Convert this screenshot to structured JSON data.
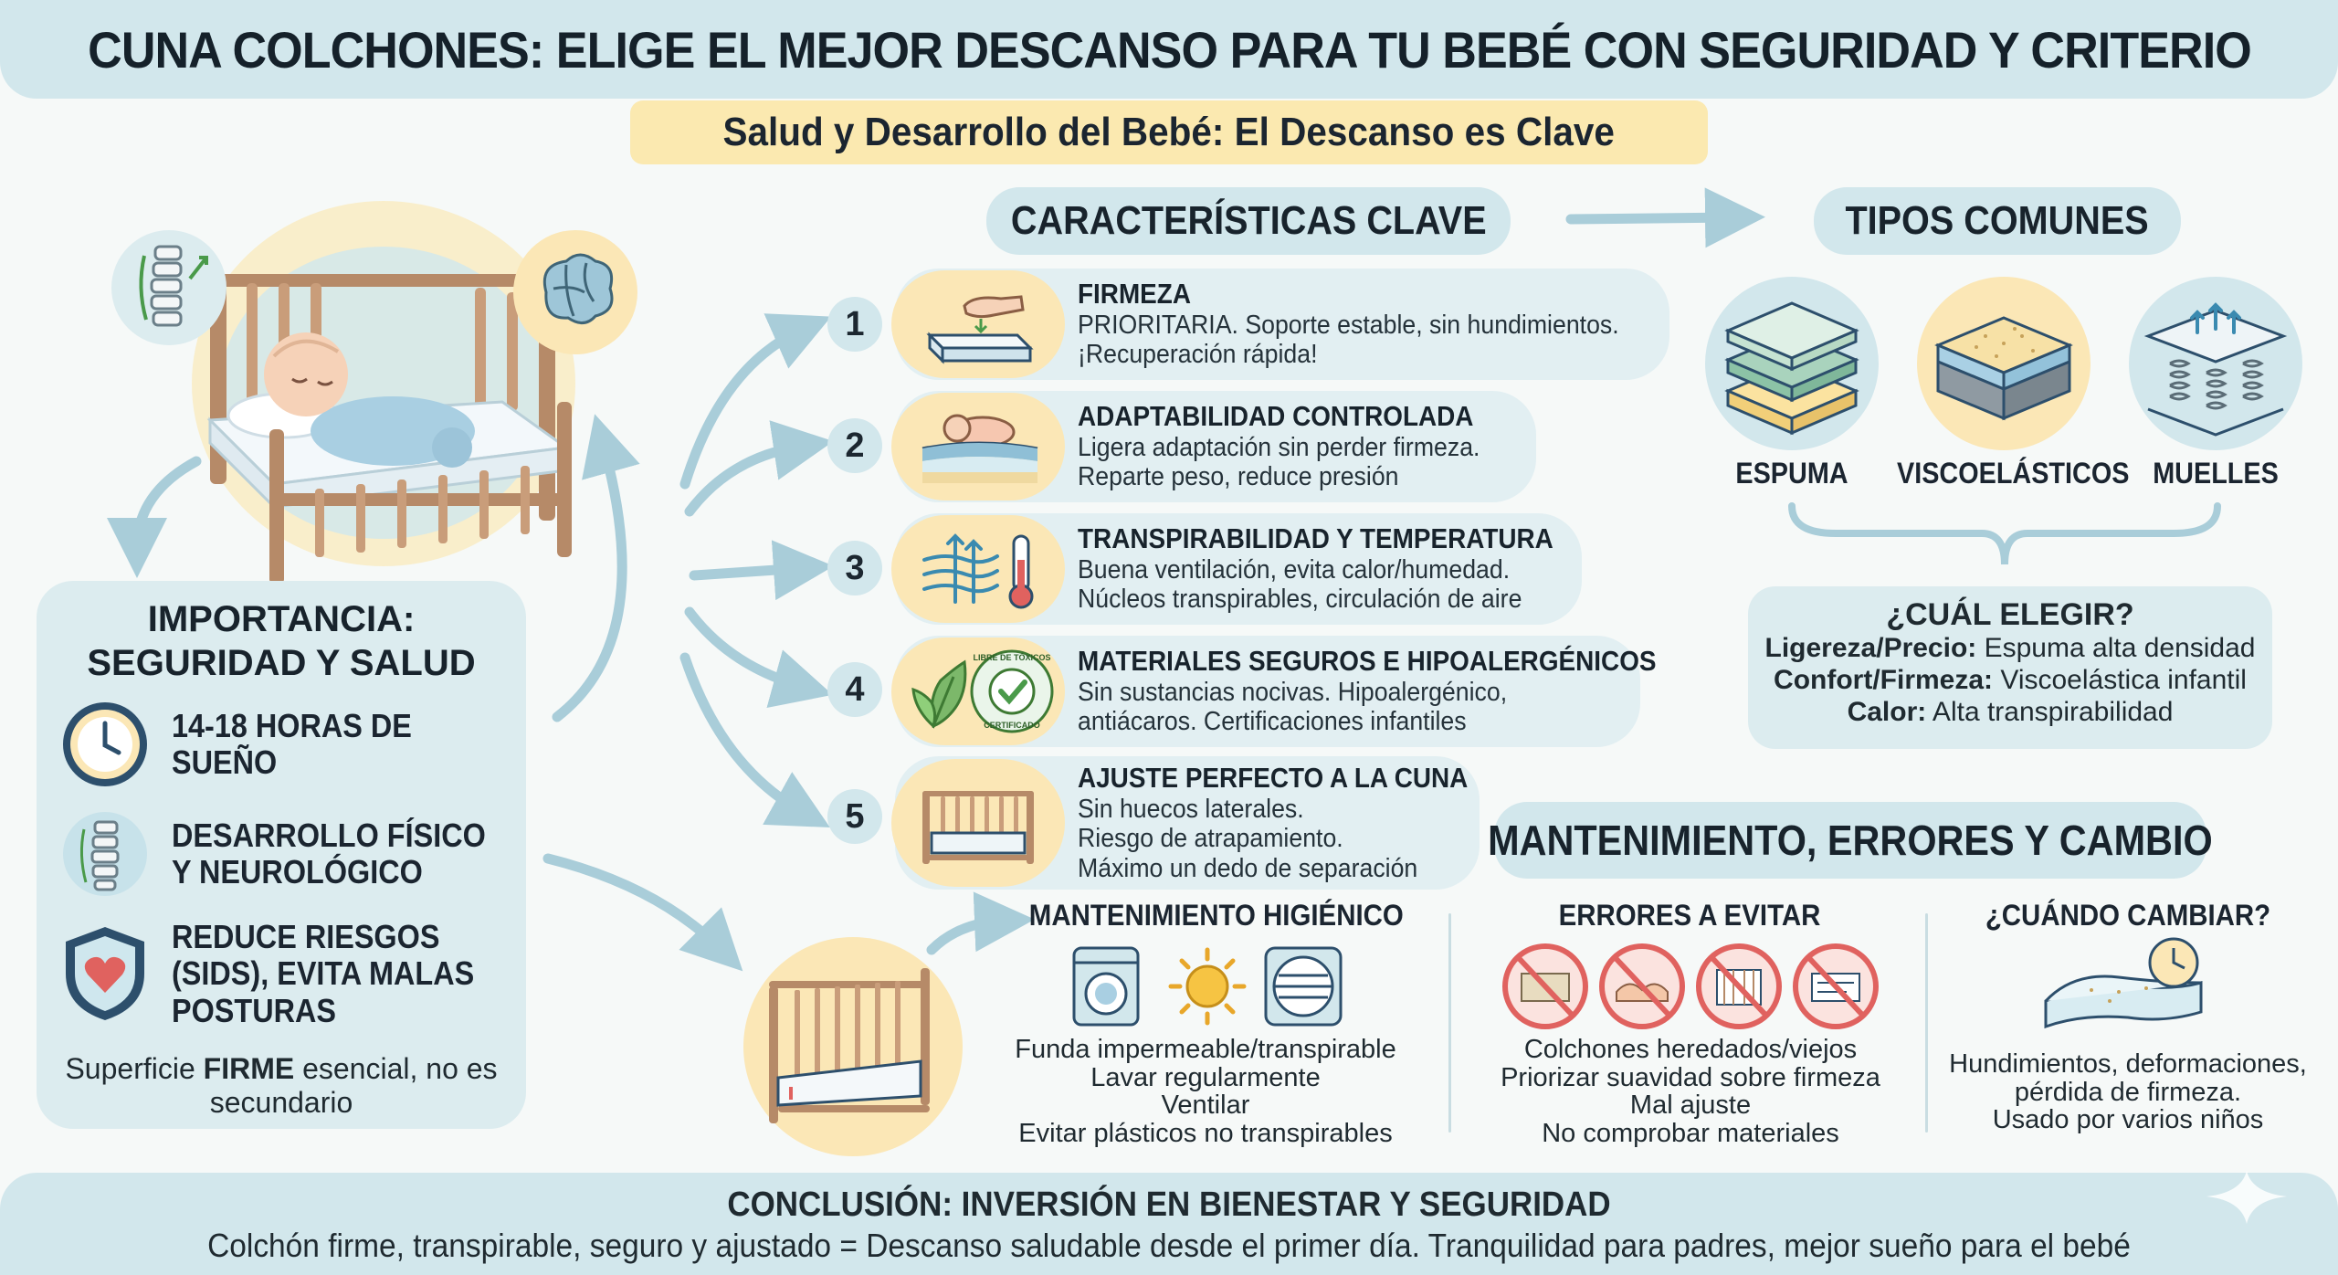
{
  "title": "CUNA COLCHONES: ELIGE EL MEJOR DESCANSO PARA TU BEBÉ CON SEGURIDAD Y CRITERIO",
  "subtitle": "Salud y Desarrollo del Bebé: El Descanso es Clave",
  "importance": {
    "title_line1": "IMPORTANCIA:",
    "title_line2": "SEGURIDAD Y SALUD",
    "items": [
      {
        "line1": "14-18 HORAS DE",
        "line2": "SUEÑO",
        "line3": "",
        "icon": "clock-icon"
      },
      {
        "line1": "DESARROLLO FÍSICO",
        "line2": "Y NEUROLÓGICO",
        "line3": "",
        "icon": "spine-icon"
      },
      {
        "line1": "REDUCE RIESGOS",
        "line2": "(SIDS), EVITA MALAS",
        "line3": "POSTURAS",
        "icon": "shield-heart-icon"
      }
    ],
    "note_prefix": "Superficie ",
    "note_bold": "FIRME",
    "note_suffix": " esencial, no es",
    "note_line2": "secundario"
  },
  "key_features": {
    "heading": "CARACTERÍSTICAS CLAVE",
    "items": [
      {
        "num": "1",
        "title": "FIRMEZA",
        "line1": "PRIORITARIA. Soporte estable, sin hundimientos.",
        "line2": "¡Recuperación rápida!",
        "icon": "hand-press-mattress-icon"
      },
      {
        "num": "2",
        "title": "ADAPTABILIDAD CONTROLADA",
        "line1": "Ligera adaptación sin perder firmeza.",
        "line2": "Reparte peso, reduce presión",
        "icon": "baby-on-layers-icon"
      },
      {
        "num": "3",
        "title": "TRANSPIRABILIDAD Y TEMPERATURA",
        "line1": "Buena ventilación, evita calor/humedad.",
        "line2": "Núcleos transpirables, circulación de aire",
        "icon": "airflow-thermometer-icon"
      },
      {
        "num": "4",
        "title": "MATERIALES SEGUROS E HIPOALERGÉNICOS",
        "line1": "Sin sustancias nocivas. Hipoalergénico,",
        "line2": "antiácaros. Certificaciones infantiles",
        "icon": "leaf-certified-icon",
        "badge_top": "LIBRE DE TÓXICOS",
        "badge_bottom": "CERTIFICADO"
      },
      {
        "num": "5",
        "title": "AJUSTE PERFECTO A LA CUNA",
        "line1": "Sin huecos laterales.",
        "line2": "Riesgo de atrapamiento.",
        "line3": "Máximo un dedo de separación",
        "icon": "crib-fit-icon"
      }
    ]
  },
  "types": {
    "heading": "TIPOS COMUNES",
    "items": [
      {
        "label": "ESPUMA",
        "icon": "foam-layers-icon"
      },
      {
        "label": "VISCOELÁSTICOS",
        "icon": "memory-foam-icon"
      },
      {
        "label": "MUELLES",
        "icon": "springs-icon"
      }
    ],
    "choose": {
      "title": "¿CUÁL ELEGIR?",
      "rows": [
        {
          "bold": "Ligereza/Precio:",
          "text": " Espuma alta densidad"
        },
        {
          "bold": "Confort/Firmeza:",
          "text": " Viscoelástica infantil"
        },
        {
          "bold": "Calor:",
          "text": " Alta transpirabilidad"
        }
      ]
    }
  },
  "maintenance": {
    "heading": "MANTENIMIENTO, ERRORES Y CAMBIO",
    "hygiene": {
      "title": "MANTENIMIENTO HIGIÉNICO",
      "lines": [
        "Funda impermeable/transpirable",
        "Lavar regularmente",
        "Ventilar",
        "Evitar plásticos no transpirables"
      ],
      "icons": [
        "washing-machine-icon",
        "sun-icon",
        "fan-vent-icon"
      ]
    },
    "errors": {
      "title": "ERRORES A EVITAR",
      "lines": [
        "Colchones heredados/viejos",
        "Priorizar suavidad sobre firmeza",
        "Mal ajuste",
        "No comprobar materiales"
      ],
      "icons": [
        "no-old-mattress-icon",
        "no-soft-mattress-icon",
        "no-bad-fit-icon",
        "no-unchecked-label-icon"
      ]
    },
    "change": {
      "title": "¿CUÁNDO CAMBIAR?",
      "lines": [
        "Hundimientos, deformaciones,",
        "pérdida de firmeza.",
        "Usado por varios niños"
      ],
      "icon": "worn-mattress-clock-icon"
    }
  },
  "conclusion": {
    "title": "CONCLUSIÓN: INVERSIÓN EN BIENESTAR Y SEGURIDAD",
    "body": "Colchón firme, transpirable, seguro y ajustado = Descanso saludable desde el primer día. Tranquilidad para padres, mejor sueño para el bebé"
  },
  "colors": {
    "pill_blue": "#d2e7ec",
    "card_blue": "#dcecef",
    "accent_yellow": "#fbe7b6",
    "arrow_blue": "#a9cdd9",
    "no_red": "#e0625f"
  }
}
